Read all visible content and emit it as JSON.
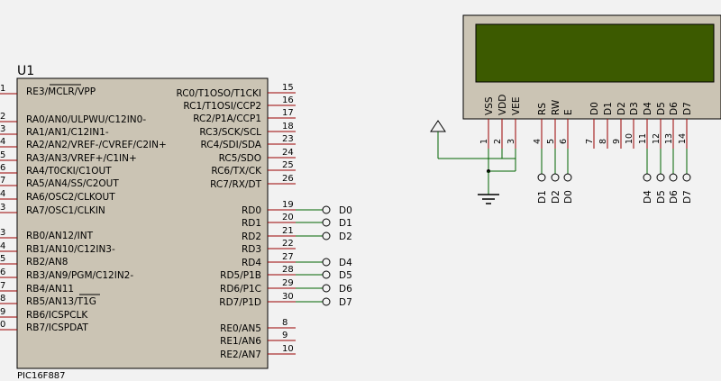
{
  "mcu": {
    "ref": "U1",
    "part": "PIC16F887",
    "left_pins": [
      {
        "num": "1",
        "label": "RE3/MCLR/VPP"
      },
      {
        "num": "2",
        "label": "RA0/AN0/ULPWU/C12IN0-"
      },
      {
        "num": "3",
        "label": "RA1/AN1/C12IN1-"
      },
      {
        "num": "4",
        "label": "RA2/AN2/VREF-/CVREF/C2IN+"
      },
      {
        "num": "5",
        "label": "RA3/AN3/VREF+/C1IN+"
      },
      {
        "num": "6",
        "label": "RA4/T0CKI/C1OUT"
      },
      {
        "num": "7",
        "label": "RA5/AN4/SS/C2OUT"
      },
      {
        "num": "4",
        "label": "RA6/OSC2/CLKOUT"
      },
      {
        "num": "3",
        "label": "RA7/OSC1/CLKIN"
      },
      {
        "num": "3",
        "label": "RB0/AN12/INT"
      },
      {
        "num": "4",
        "label": "RB1/AN10/C12IN3-"
      },
      {
        "num": "5",
        "label": "RB2/AN8"
      },
      {
        "num": "6",
        "label": "RB3/AN9/PGM/C12IN2-"
      },
      {
        "num": "7",
        "label": "RB4/AN11"
      },
      {
        "num": "8",
        "label": "RB5/AN13/T1G"
      },
      {
        "num": "9",
        "label": "RB6/ICSPCLK"
      },
      {
        "num": "0",
        "label": "RB7/ICSPDAT"
      }
    ],
    "right_pins": [
      {
        "num": "15",
        "label": "RC0/T1OSO/T1CKI"
      },
      {
        "num": "16",
        "label": "RC1/T1OSI/CCP2"
      },
      {
        "num": "17",
        "label": "RC2/P1A/CCP1"
      },
      {
        "num": "18",
        "label": "RC3/SCK/SCL"
      },
      {
        "num": "23",
        "label": "RC4/SDI/SDA"
      },
      {
        "num": "24",
        "label": "RC5/SDO"
      },
      {
        "num": "25",
        "label": "RC6/TX/CK"
      },
      {
        "num": "26",
        "label": "RC7/RX/DT"
      },
      {
        "num": "19",
        "label": "RD0",
        "net": "D0"
      },
      {
        "num": "20",
        "label": "RD1",
        "net": "D1"
      },
      {
        "num": "21",
        "label": "RD2",
        "net": "D2"
      },
      {
        "num": "22",
        "label": "RD3"
      },
      {
        "num": "27",
        "label": "RD4",
        "net": "D4"
      },
      {
        "num": "28",
        "label": "RD5/P1B",
        "net": "D5"
      },
      {
        "num": "29",
        "label": "RD6/P1C",
        "net": "D6"
      },
      {
        "num": "30",
        "label": "RD7/P1D",
        "net": "D7"
      },
      {
        "num": "8",
        "label": "RE0/AN5"
      },
      {
        "num": "9",
        "label": "RE1/AN6"
      },
      {
        "num": "10",
        "label": "RE2/AN7"
      }
    ]
  },
  "lcd": {
    "screen_color": "#3c5a00",
    "pins": [
      {
        "num": "1",
        "label": "VSS"
      },
      {
        "num": "2",
        "label": "VDD"
      },
      {
        "num": "3",
        "label": "VEE"
      },
      {
        "num": "4",
        "label": "RS"
      },
      {
        "num": "5",
        "label": "RW"
      },
      {
        "num": "6",
        "label": "E"
      },
      {
        "num": "7",
        "label": "D0"
      },
      {
        "num": "8",
        "label": "D1"
      },
      {
        "num": "9",
        "label": "D2"
      },
      {
        "num": "10",
        "label": "D3"
      },
      {
        "num": "11",
        "label": "D4"
      },
      {
        "num": "12",
        "label": "D5"
      },
      {
        "num": "13",
        "label": "D6"
      },
      {
        "num": "14",
        "label": "D7"
      }
    ],
    "terminals": [
      "D1",
      "D2",
      "D0",
      "D4",
      "D5",
      "D6",
      "D7"
    ]
  },
  "colors": {
    "body_fill": "#cbc4b4",
    "outline": "#000000",
    "wire_pin": "#990000",
    "wire_net": "#006400",
    "text": "#000000",
    "pin_num": "#000000"
  }
}
